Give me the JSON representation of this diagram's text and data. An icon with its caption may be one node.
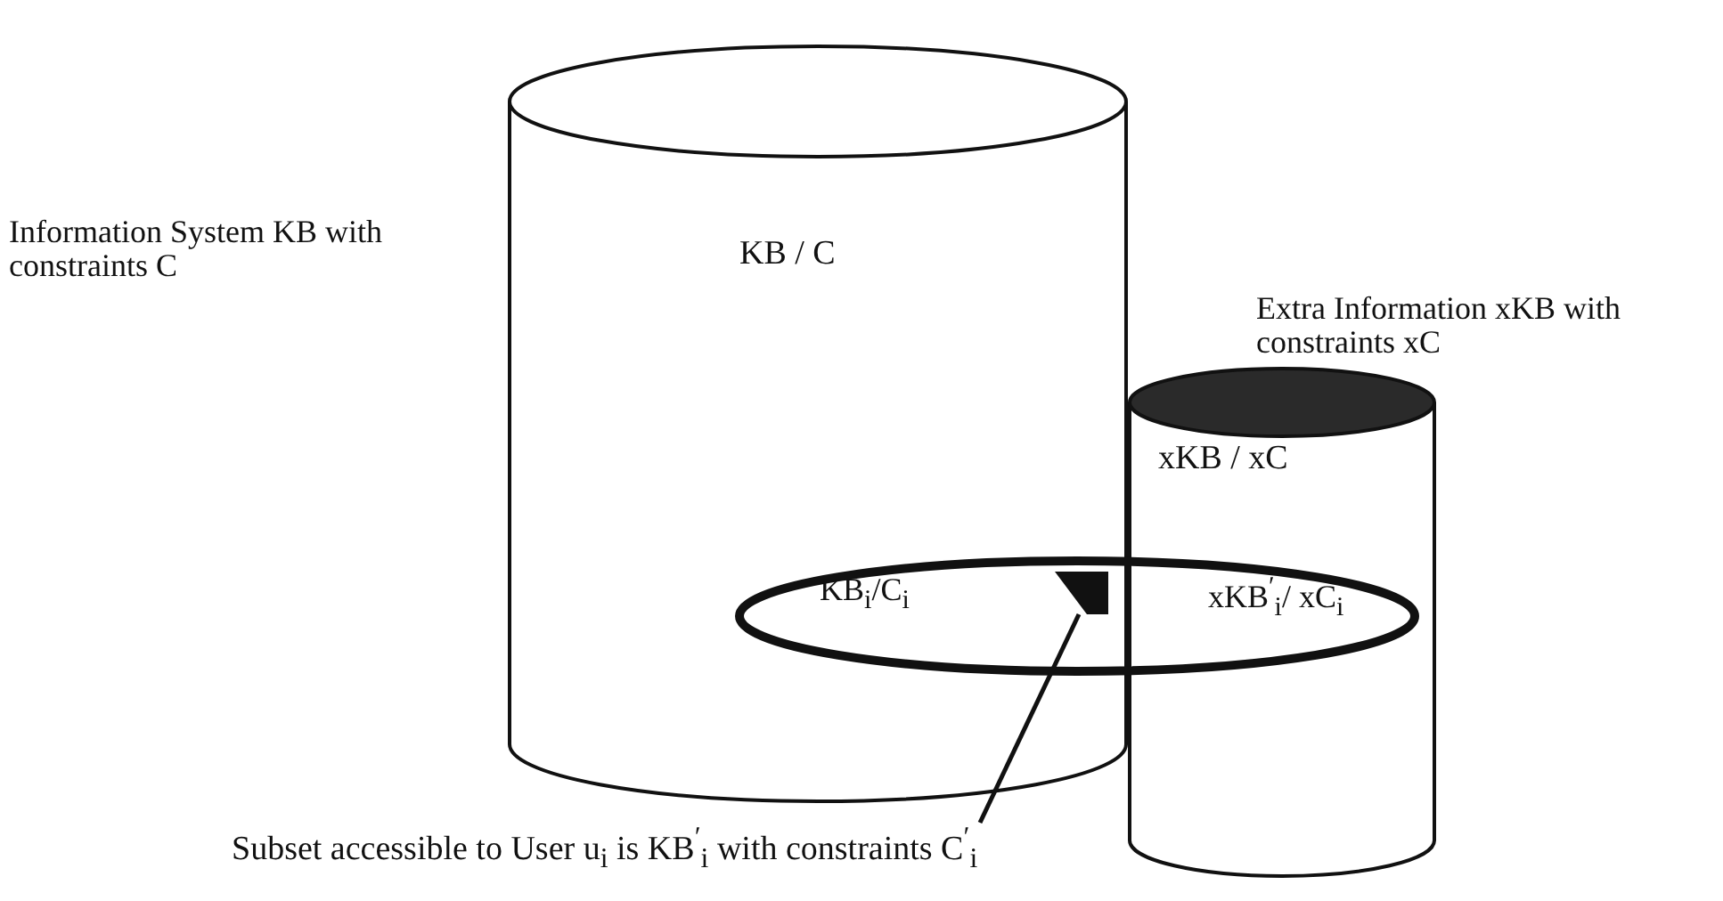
{
  "diagram": {
    "nodes": [
      {
        "text": [
          "KB / C"
        ],
        "beside": [
          "Information System KB with constraints C"
        ]
      },
      {
        "text": [
          "xKB / xC"
        ],
        "beside": [
          "Extra Information xKB with constraints xC"
        ]
      },
      {
        "text": [
          "KB$_{i}$/C$_{i}$",
          "xKB$^{′}$$_{i}$/ xC$_{i}$"
        ]
      },
      {
        "text": [],
        "shape": "box"
      },
      {
        "text": [
          "Subset accessible to User u$_{i}$ is KB$^{′}$$_{i}$ with constraints C$^{′}$$_{i}$"
        ]
      }
    ],
    "edges": [
      {
        "from": 4,
        "to": 3,
        "arrow": "none"
      }
    ]
  }
}
